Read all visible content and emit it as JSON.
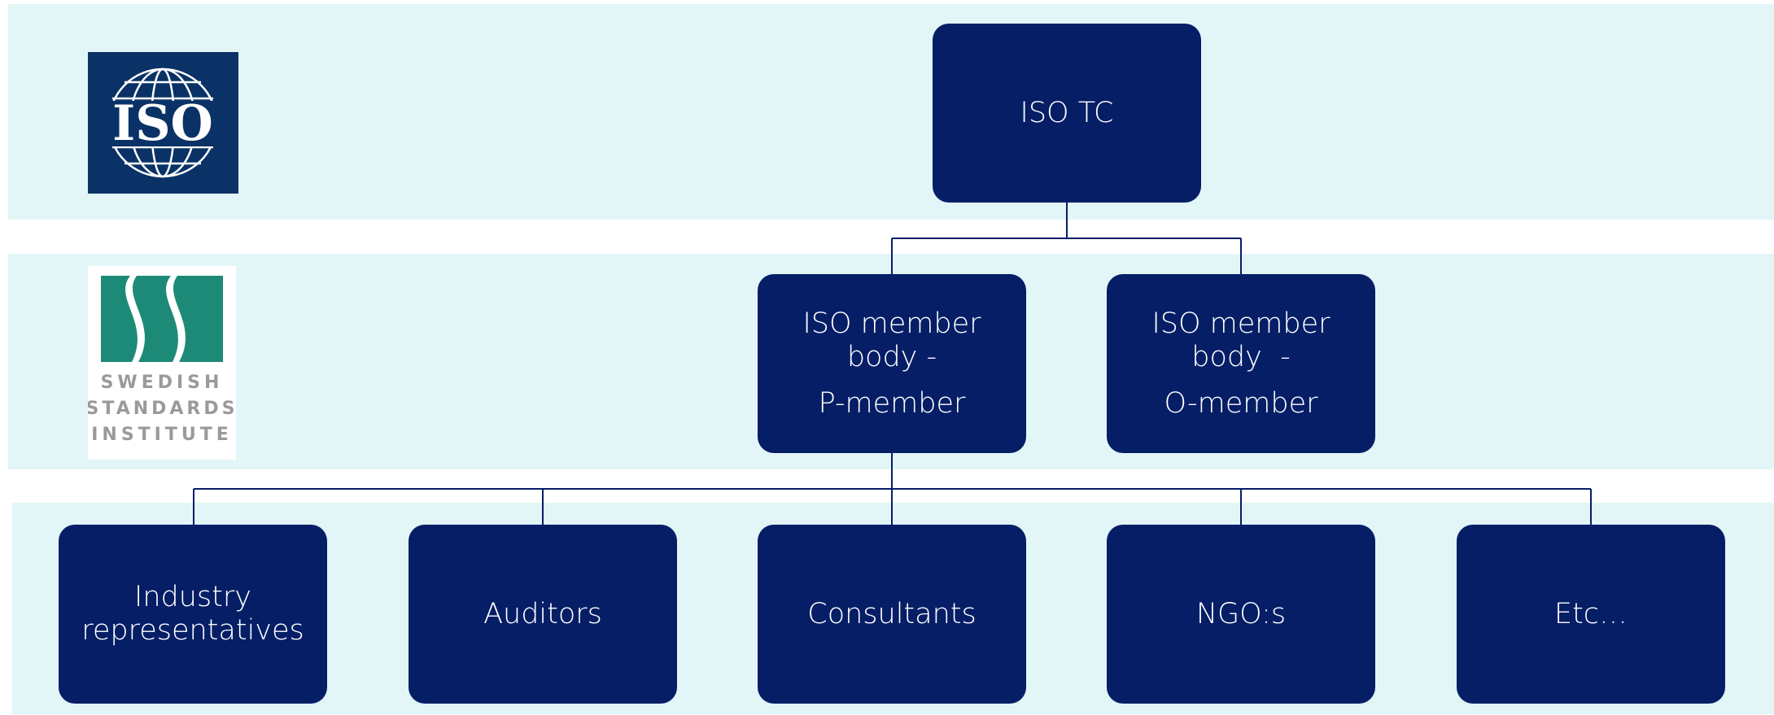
{
  "colors": {
    "band": "#e2f6f8",
    "box": "#051e66",
    "box_text": "#ffffff",
    "line": "#051e66",
    "iso_logo_bg": "#0a3266",
    "sis_green": "#1d8a78"
  },
  "logos": {
    "iso": {
      "icon": "iso-globe-logo",
      "text": "ISO"
    },
    "sis": {
      "icon": "sis-logo",
      "lines": [
        "SWEDISH",
        "STANDARDS",
        "INSTITUTE"
      ]
    }
  },
  "nodes": {
    "iso_tc": {
      "label": "ISO TC"
    },
    "p_member": {
      "line1": "ISO member",
      "line2": "body -",
      "line3": "P-member"
    },
    "o_member": {
      "line1": "ISO member",
      "line2": "body  -",
      "line3": "O-member"
    },
    "stakeholders": [
      {
        "line1": "Industry",
        "line2": "representatives"
      },
      {
        "label": "Auditors"
      },
      {
        "label": "Consultants"
      },
      {
        "label": "NGO:s"
      },
      {
        "label": "Etc…"
      }
    ]
  }
}
